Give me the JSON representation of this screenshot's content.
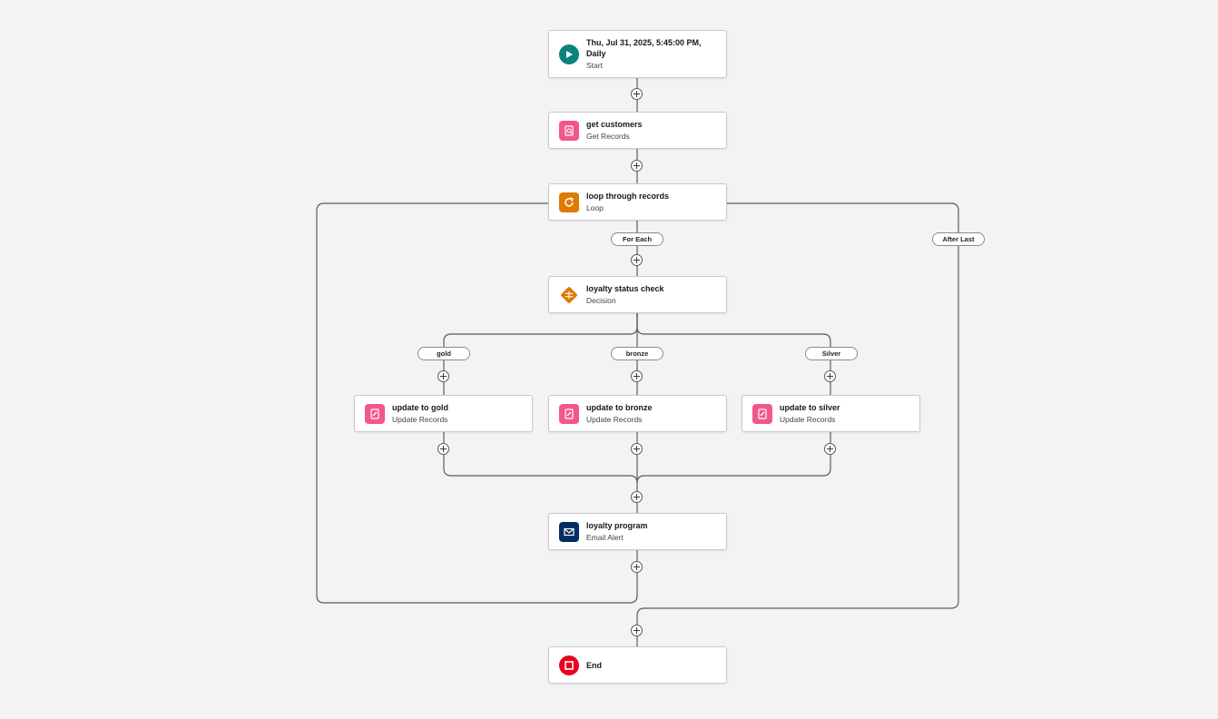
{
  "flow": {
    "start": {
      "title_line1": "Thu, Jul 31, 2025, 5:45:00 PM,",
      "title_line2": "Daily",
      "subtitle": "Start",
      "icon": "play-icon",
      "color": "#0b827c"
    },
    "get_customers": {
      "title": "get customers",
      "subtitle": "Get Records",
      "icon": "get-records-icon",
      "color": "#f2578b"
    },
    "loop": {
      "title": "loop through records",
      "subtitle": "Loop",
      "icon": "loop-icon",
      "color": "#dd7a01"
    },
    "decision": {
      "title": "loyalty status check",
      "subtitle": "Decision",
      "icon": "decision-icon",
      "color": "#dd7a01"
    },
    "update_gold": {
      "title": "update to gold",
      "subtitle": "Update Records",
      "icon": "update-records-icon",
      "color": "#f2578b"
    },
    "update_bronze": {
      "title": "update to bronze",
      "subtitle": "Update Records",
      "icon": "update-records-icon",
      "color": "#f2578b"
    },
    "update_silver": {
      "title": "update to silver",
      "subtitle": "Update Records",
      "icon": "update-records-icon",
      "color": "#f2578b"
    },
    "email": {
      "title": "loyalty program",
      "subtitle": "Email Alert",
      "icon": "email-icon",
      "color": "#032d60"
    },
    "end": {
      "title": "End",
      "icon": "stop-icon",
      "color": "#ea001e"
    }
  },
  "labels": {
    "for_each": "For Each",
    "after_last": "After Last",
    "gold": "gold",
    "bronze": "bronze",
    "silver": "Silver"
  }
}
